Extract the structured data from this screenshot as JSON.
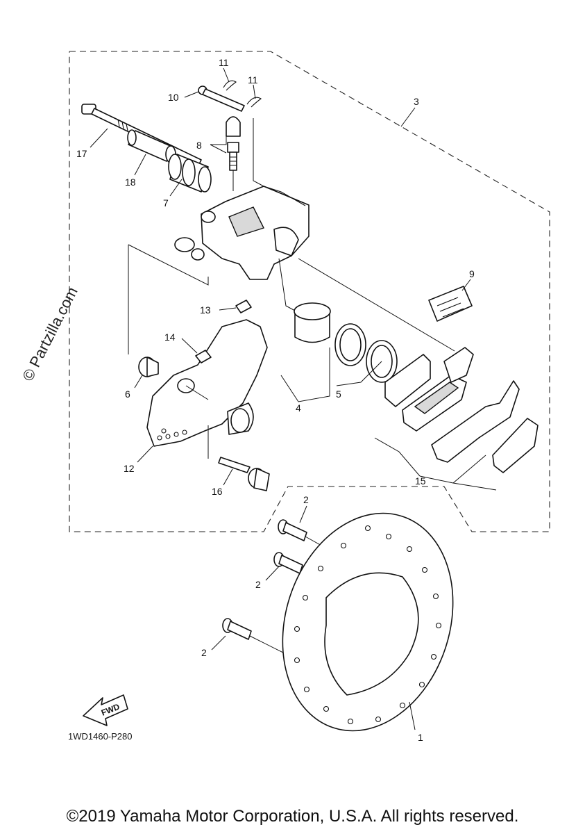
{
  "diagram": {
    "watermark": "© Partzilla.com",
    "diagram_code": "1WD1460-P280",
    "fwd_label": "FWD",
    "copyright": "©2019 Yamaha Motor Corporation, U.S.A. All rights reserved.",
    "callouts": {
      "c1": "1",
      "c2a": "2",
      "c2b": "2",
      "c2c": "2",
      "c3": "3",
      "c4": "4",
      "c5": "5",
      "c6": "6",
      "c7": "7",
      "c8": "8",
      "c9": "9",
      "c10": "10",
      "c11a": "11",
      "c11b": "11",
      "c12": "12",
      "c13": "13",
      "c14": "14",
      "c15": "15",
      "c16": "16",
      "c17": "17",
      "c18": "18"
    }
  }
}
